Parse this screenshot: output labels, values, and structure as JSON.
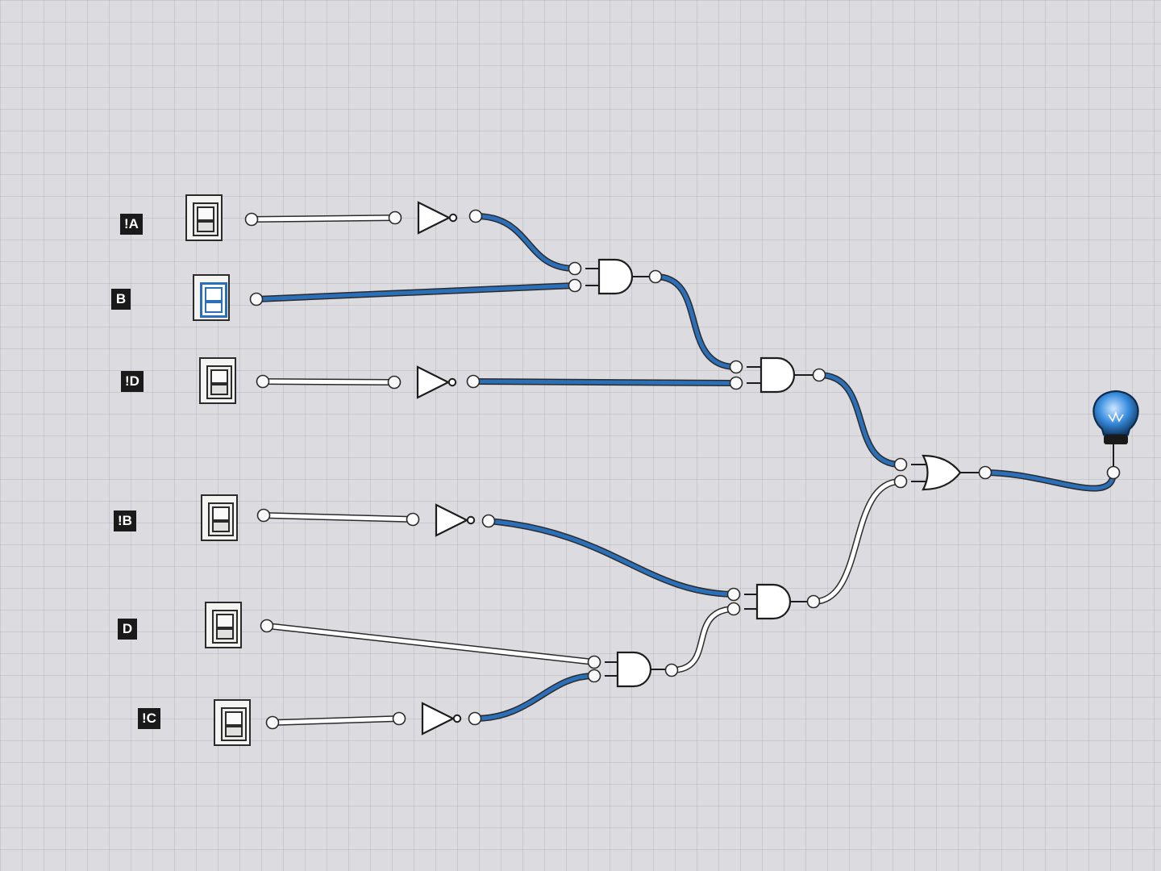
{
  "inputs": [
    {
      "id": "in_notA",
      "label": "!A",
      "state": "off"
    },
    {
      "id": "in_B",
      "label": "B",
      "state": "on"
    },
    {
      "id": "in_notD",
      "label": "!D",
      "state": "off"
    },
    {
      "id": "in_notB",
      "label": "!B",
      "state": "off"
    },
    {
      "id": "in_D",
      "label": "D",
      "state": "off"
    },
    {
      "id": "in_notC",
      "label": "!C",
      "state": "off"
    }
  ],
  "gates": [
    {
      "id": "not1",
      "type": "NOT",
      "output_active": true
    },
    {
      "id": "not2",
      "type": "NOT",
      "output_active": true
    },
    {
      "id": "not3",
      "type": "NOT",
      "output_active": true
    },
    {
      "id": "not4",
      "type": "NOT",
      "output_active": true
    },
    {
      "id": "and1",
      "type": "AND",
      "output_active": true
    },
    {
      "id": "and2",
      "type": "AND",
      "output_active": true
    },
    {
      "id": "and3",
      "type": "AND",
      "output_active": false
    },
    {
      "id": "and4",
      "type": "AND",
      "output_active": false
    },
    {
      "id": "or1",
      "type": "OR",
      "output_active": true
    }
  ],
  "output": {
    "id": "bulb",
    "type": "light-bulb",
    "state": "on"
  },
  "colors": {
    "active_wire": "#2a6fb8",
    "inactive_wire": "#ffffff",
    "wire_outline": "#2b2b2b",
    "background": "#dcdbe0",
    "label_bg": "#1a1a1a",
    "label_text": "#ffffff"
  }
}
